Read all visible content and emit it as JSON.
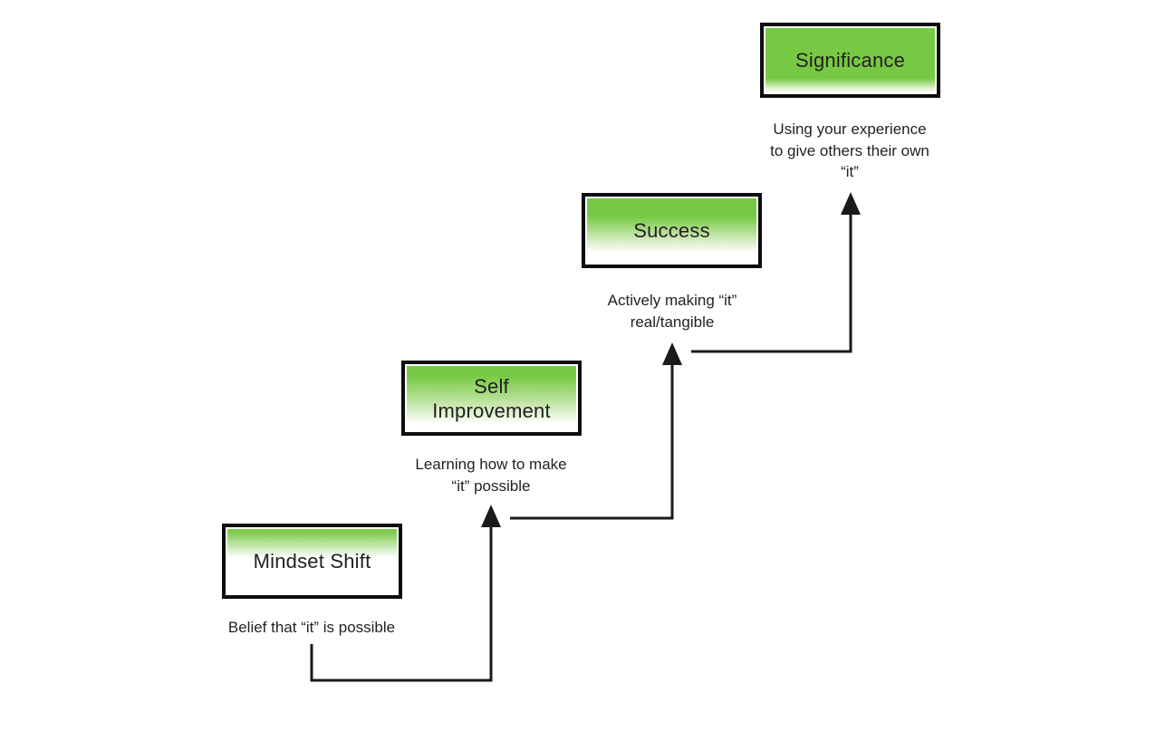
{
  "diagram": {
    "type": "staircase-progression",
    "stages": [
      {
        "id": "mindset-shift",
        "label": "Mindset Shift",
        "label_lines": [
          "Mindset Shift"
        ],
        "description_lines": [
          "Belief that “it” is possible"
        ]
      },
      {
        "id": "self-improvement",
        "label": "Self Improvement",
        "label_lines": [
          "Self",
          "Improvement"
        ],
        "description_lines": [
          "Learning how to make",
          "“it” possible"
        ]
      },
      {
        "id": "success",
        "label": "Success",
        "label_lines": [
          "Success"
        ],
        "description_lines": [
          "Actively making “it”",
          "real/tangible"
        ]
      },
      {
        "id": "significance",
        "label": "Significance",
        "label_lines": [
          "Significance"
        ],
        "description_lines": [
          "Using your experience",
          "to give others their own",
          "“it”"
        ]
      }
    ],
    "arrows": [
      {
        "from": "mindset-shift",
        "to": "self-improvement"
      },
      {
        "from": "self-improvement",
        "to": "success"
      },
      {
        "from": "success",
        "to": "significance"
      }
    ],
    "colors": {
      "stage_fill_green": "#77c943",
      "box_border": "#0d0d0d",
      "text": "#231f20",
      "arrow": "#1a1a1a",
      "background": "#ffffff"
    }
  }
}
